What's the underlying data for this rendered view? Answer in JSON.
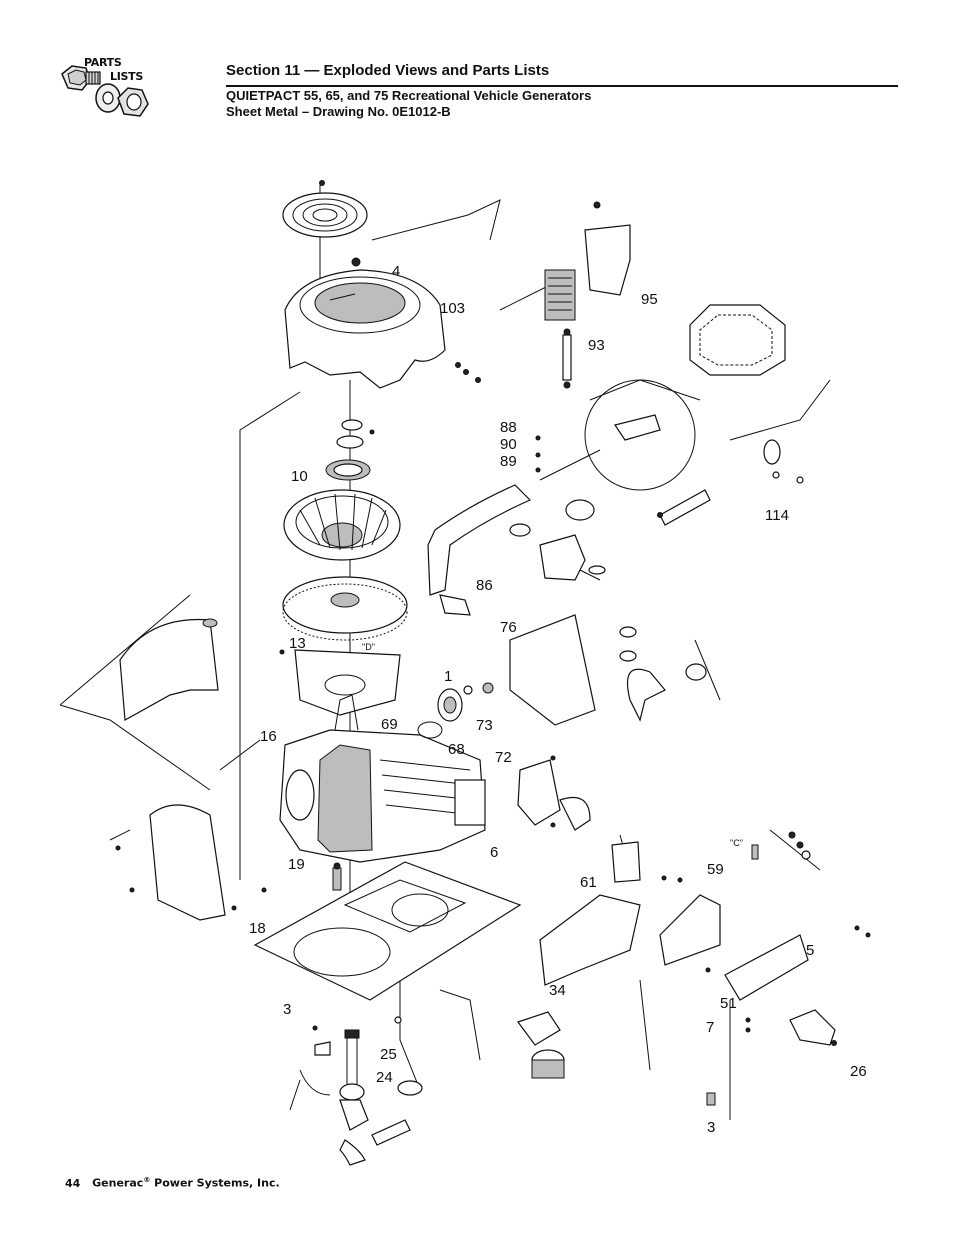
{
  "header": {
    "logo_parts": "PARTS",
    "logo_lists": "LISTS",
    "section_title": "Section 11 — Exploded Views and Parts Lists",
    "subtitle_line1": "QUIETPACT 55, 65, and 75 Recreational Vehicle Generators",
    "subtitle_line2": "Sheet Metal – Drawing No. 0E1012-B"
  },
  "callouts": {
    "c4": "4",
    "c103": "103",
    "c95": "95",
    "c93": "93",
    "c10": "10",
    "c88": "88",
    "c90": "90",
    "c89": "89",
    "c86": "86",
    "c114": "114",
    "c13": "13",
    "c76": "76",
    "cD": "\"D\"",
    "c1": "1",
    "c69": "69",
    "c73": "73",
    "c68": "68",
    "c72": "72",
    "c16": "16",
    "c6": "6",
    "c19": "19",
    "c61": "61",
    "c59": "59",
    "cC": "\"C\"",
    "c18": "18",
    "c5": "5",
    "c51": "51",
    "c7": "7",
    "c34": "34",
    "c3a": "3",
    "c25": "25",
    "c24": "24",
    "c26": "26",
    "c3b": "3"
  },
  "footer": {
    "page_number": "44",
    "company": "Generac",
    "reg_mark": "®",
    "company_suffix": "Power Systems, Inc."
  }
}
